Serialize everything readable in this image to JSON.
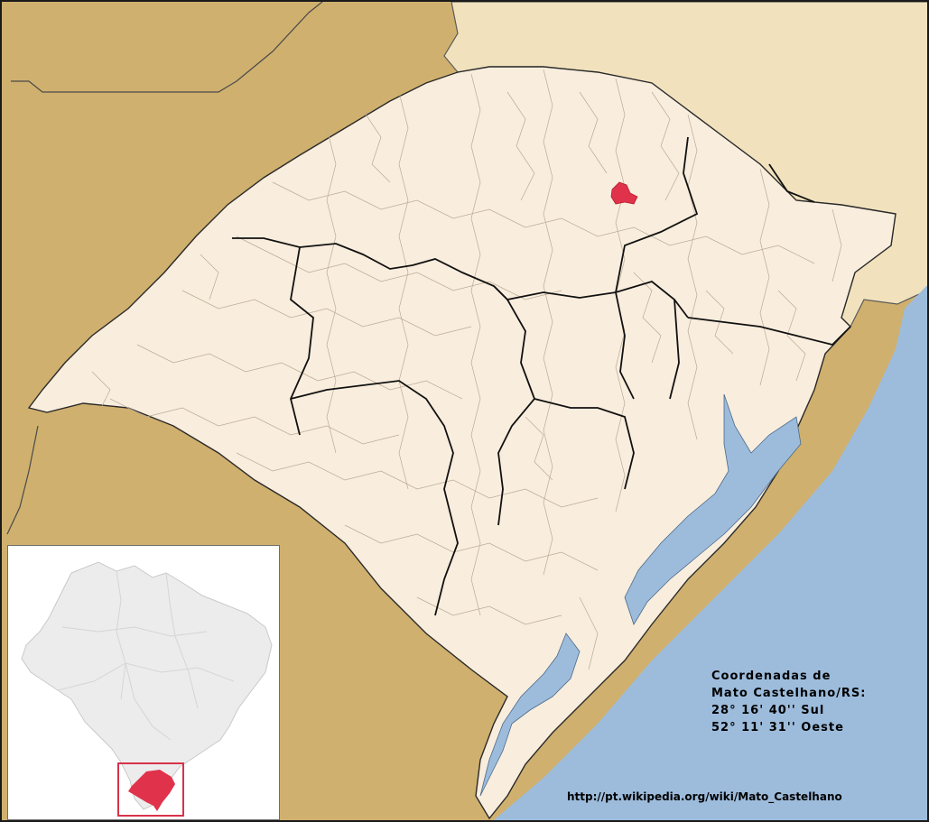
{
  "colors": {
    "neighbor_country": "#cfb06e",
    "neighbor_state": "#f1e2bd",
    "state_fill": "#f9eddd",
    "ocean": "#9dbcdc",
    "highlight": "#e0324a",
    "inset_land": "#ececec"
  },
  "map": {
    "highlighted_municipality": "Mato Castelhano"
  },
  "caption": {
    "line1": "Coordenadas de",
    "line2": "Mato Castelhano/RS:",
    "line3": "28° 16' 40'' Sul",
    "line4": "52° 11' 31'' Oeste"
  },
  "source_url": "http://pt.wikipedia.org/wiki/Mato_Castelhano",
  "inset": {
    "highlighted_state": "RS"
  }
}
